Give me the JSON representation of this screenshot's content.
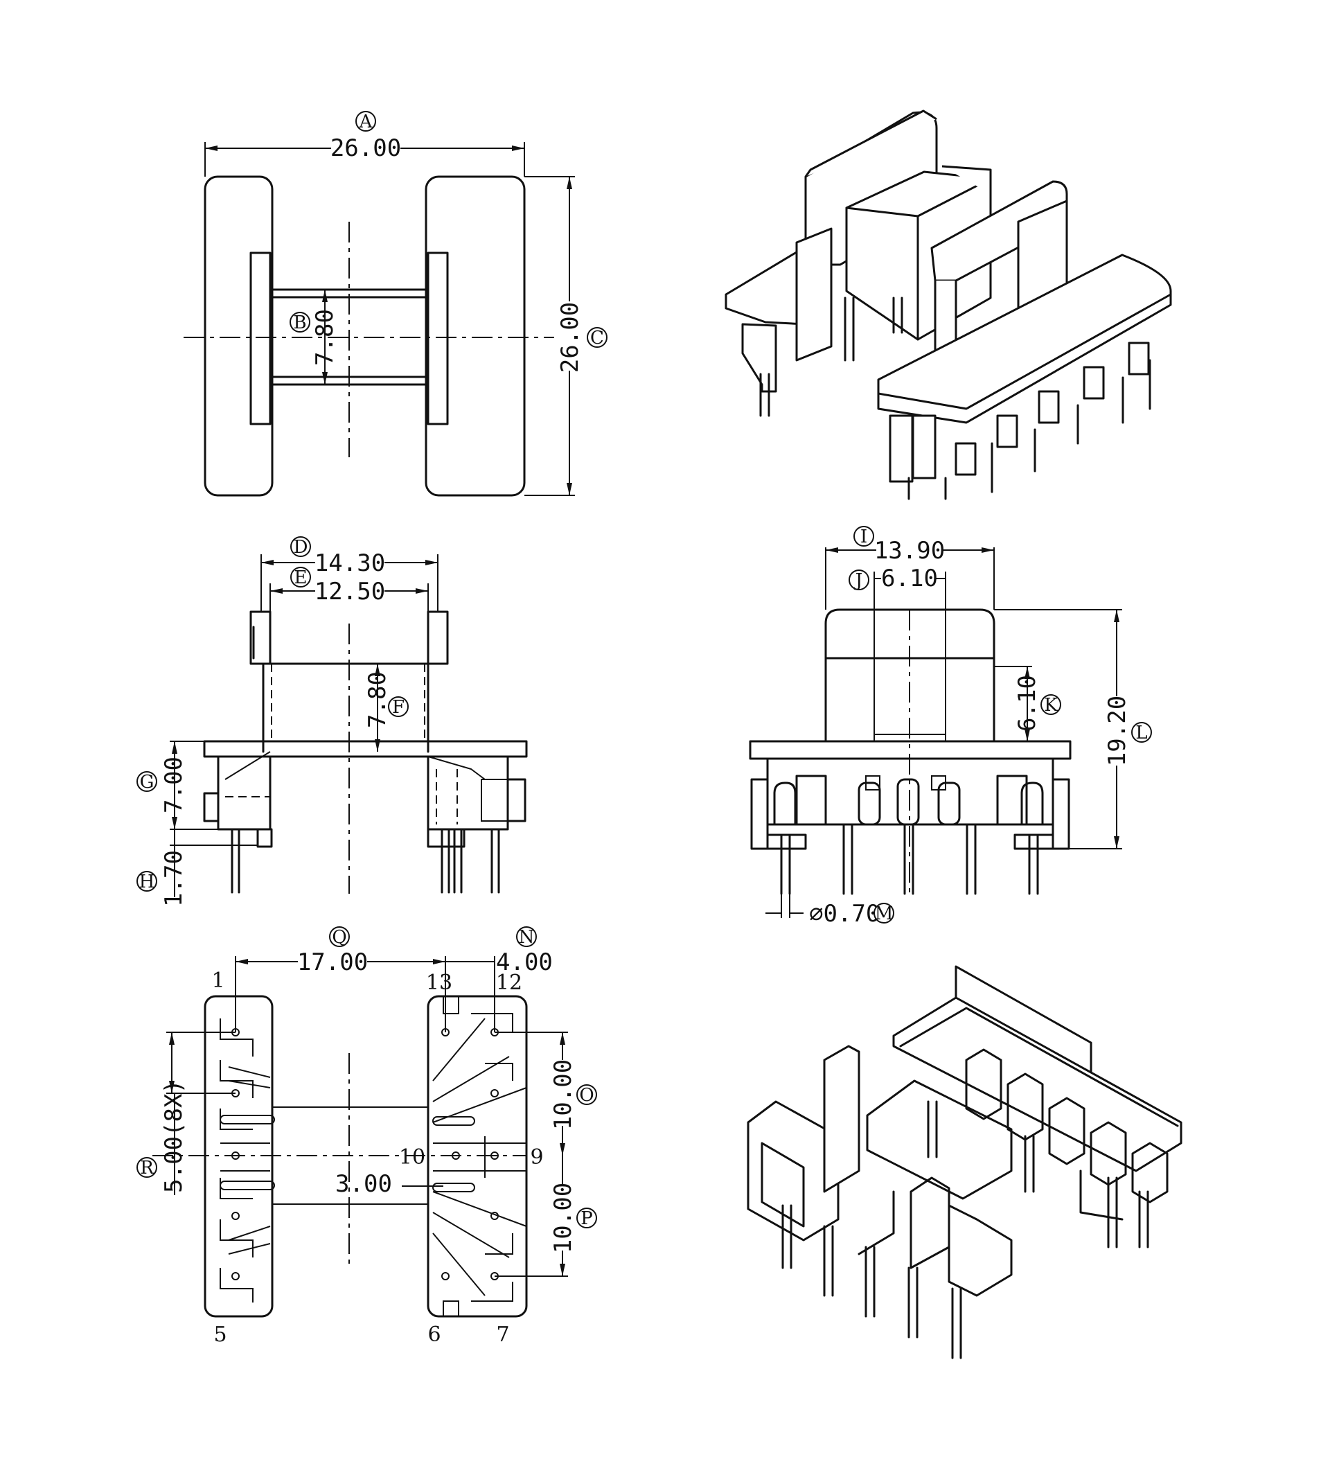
{
  "top_view": {
    "A": {
      "letter": "A",
      "value": "26.00"
    },
    "B": {
      "letter": "B",
      "value": "7.80"
    },
    "C": {
      "letter": "C",
      "value": "26.00"
    }
  },
  "front_view": {
    "D": {
      "letter": "D",
      "value": "14.30"
    },
    "E": {
      "letter": "E",
      "value": "12.50"
    },
    "F": {
      "letter": "F",
      "value": "7.80"
    },
    "G": {
      "letter": "G",
      "value": "7.00"
    },
    "H": {
      "letter": "H",
      "value": "1.70"
    }
  },
  "side_view": {
    "I": {
      "letter": "I",
      "value": "13.90"
    },
    "J": {
      "letter": "J",
      "value": "6.10"
    },
    "K": {
      "letter": "K",
      "value": "6.10"
    },
    "L": {
      "letter": "L",
      "value": "19.20"
    },
    "M": {
      "letter": "M",
      "value": "⌀0.70"
    }
  },
  "bottom_view": {
    "Q": {
      "letter": "Q",
      "value": "17.00"
    },
    "N": {
      "letter": "N",
      "value": "4.00"
    },
    "O": {
      "letter": "O",
      "value": "10.00"
    },
    "P": {
      "letter": "P",
      "value": "10.00"
    },
    "R": {
      "letter": "R",
      "value": "5.00(8X)"
    },
    "slot": {
      "value": "3.00"
    },
    "pins": [
      "1",
      "5",
      "6",
      "7",
      "9",
      "10",
      "12",
      "13"
    ]
  }
}
